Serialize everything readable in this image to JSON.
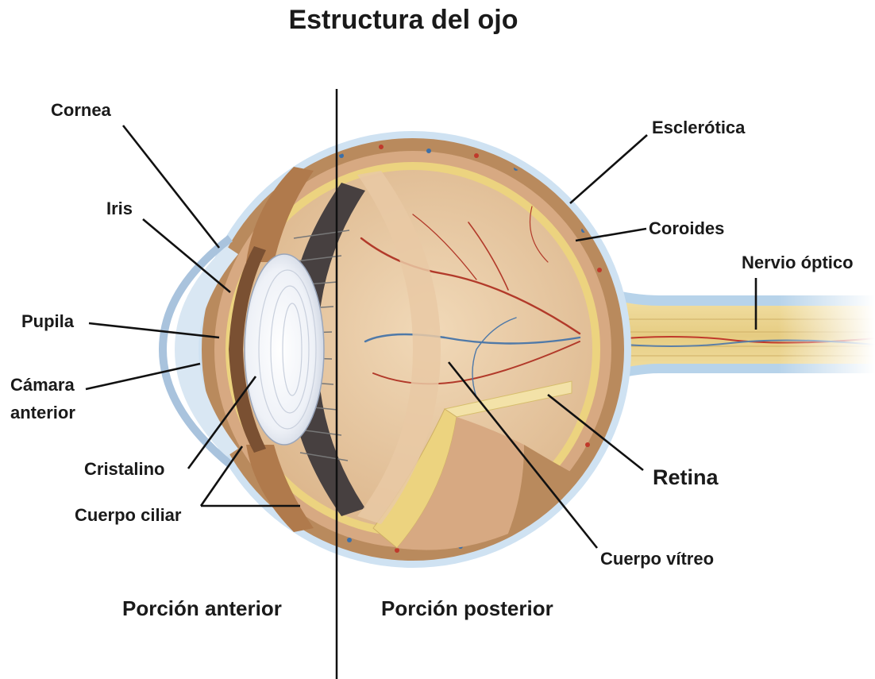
{
  "diagram": {
    "title": "Estructura del ojo",
    "labels": {
      "cornea": "Cornea",
      "iris": "Iris",
      "pupila": "Pupila",
      "camara_line1": "Cámara",
      "camara_line2": "anterior",
      "cristalino": "Cristalino",
      "cuerpo_ciliar": "Cuerpo ciliar",
      "esclerotica": "Esclerótica",
      "coroides": "Coroides",
      "nervio_optico": "Nervio óptico",
      "retina": "Retina",
      "cuerpo_vitreo": "Cuerpo vítreo"
    },
    "sections": {
      "anterior": "Porción anterior",
      "posterior": "Porción posterior"
    }
  }
}
